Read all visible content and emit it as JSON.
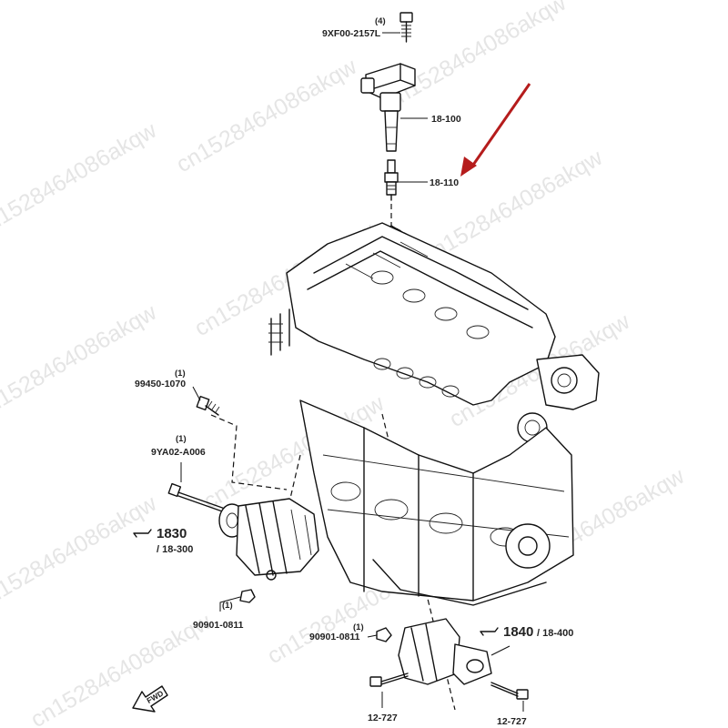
{
  "watermark_text": "cn1528464086akqw",
  "callouts": {
    "bolt_top": {
      "qty": "(4)",
      "part_no": "9XF00-2157L"
    },
    "coil": {
      "ref": "18-100"
    },
    "plug": {
      "ref": "18-110"
    },
    "bolt_left": {
      "qty": "(1)",
      "part_no": "99450-1070"
    },
    "bolt_long": {
      "qty": "(1)",
      "part_no": "9YA02-A006"
    },
    "alternator": {
      "group": "1830",
      "sub": "/ 18-300"
    },
    "nut": {
      "qty": "(1)",
      "part_no": "90901-0811"
    },
    "starter_nut": {
      "qty": "(1)",
      "part_no": "90901-0811"
    },
    "starter": {
      "group": "1840",
      "sub": "/ 18-400"
    },
    "bolt_bl": {
      "ref": "12-727"
    },
    "bolt_br": {
      "ref": "12-727"
    },
    "fwd": {
      "label": "FWD"
    }
  },
  "colors": {
    "arrow": "#b51c1c",
    "ink": "#111111",
    "watermark": "#d0d0d0"
  }
}
